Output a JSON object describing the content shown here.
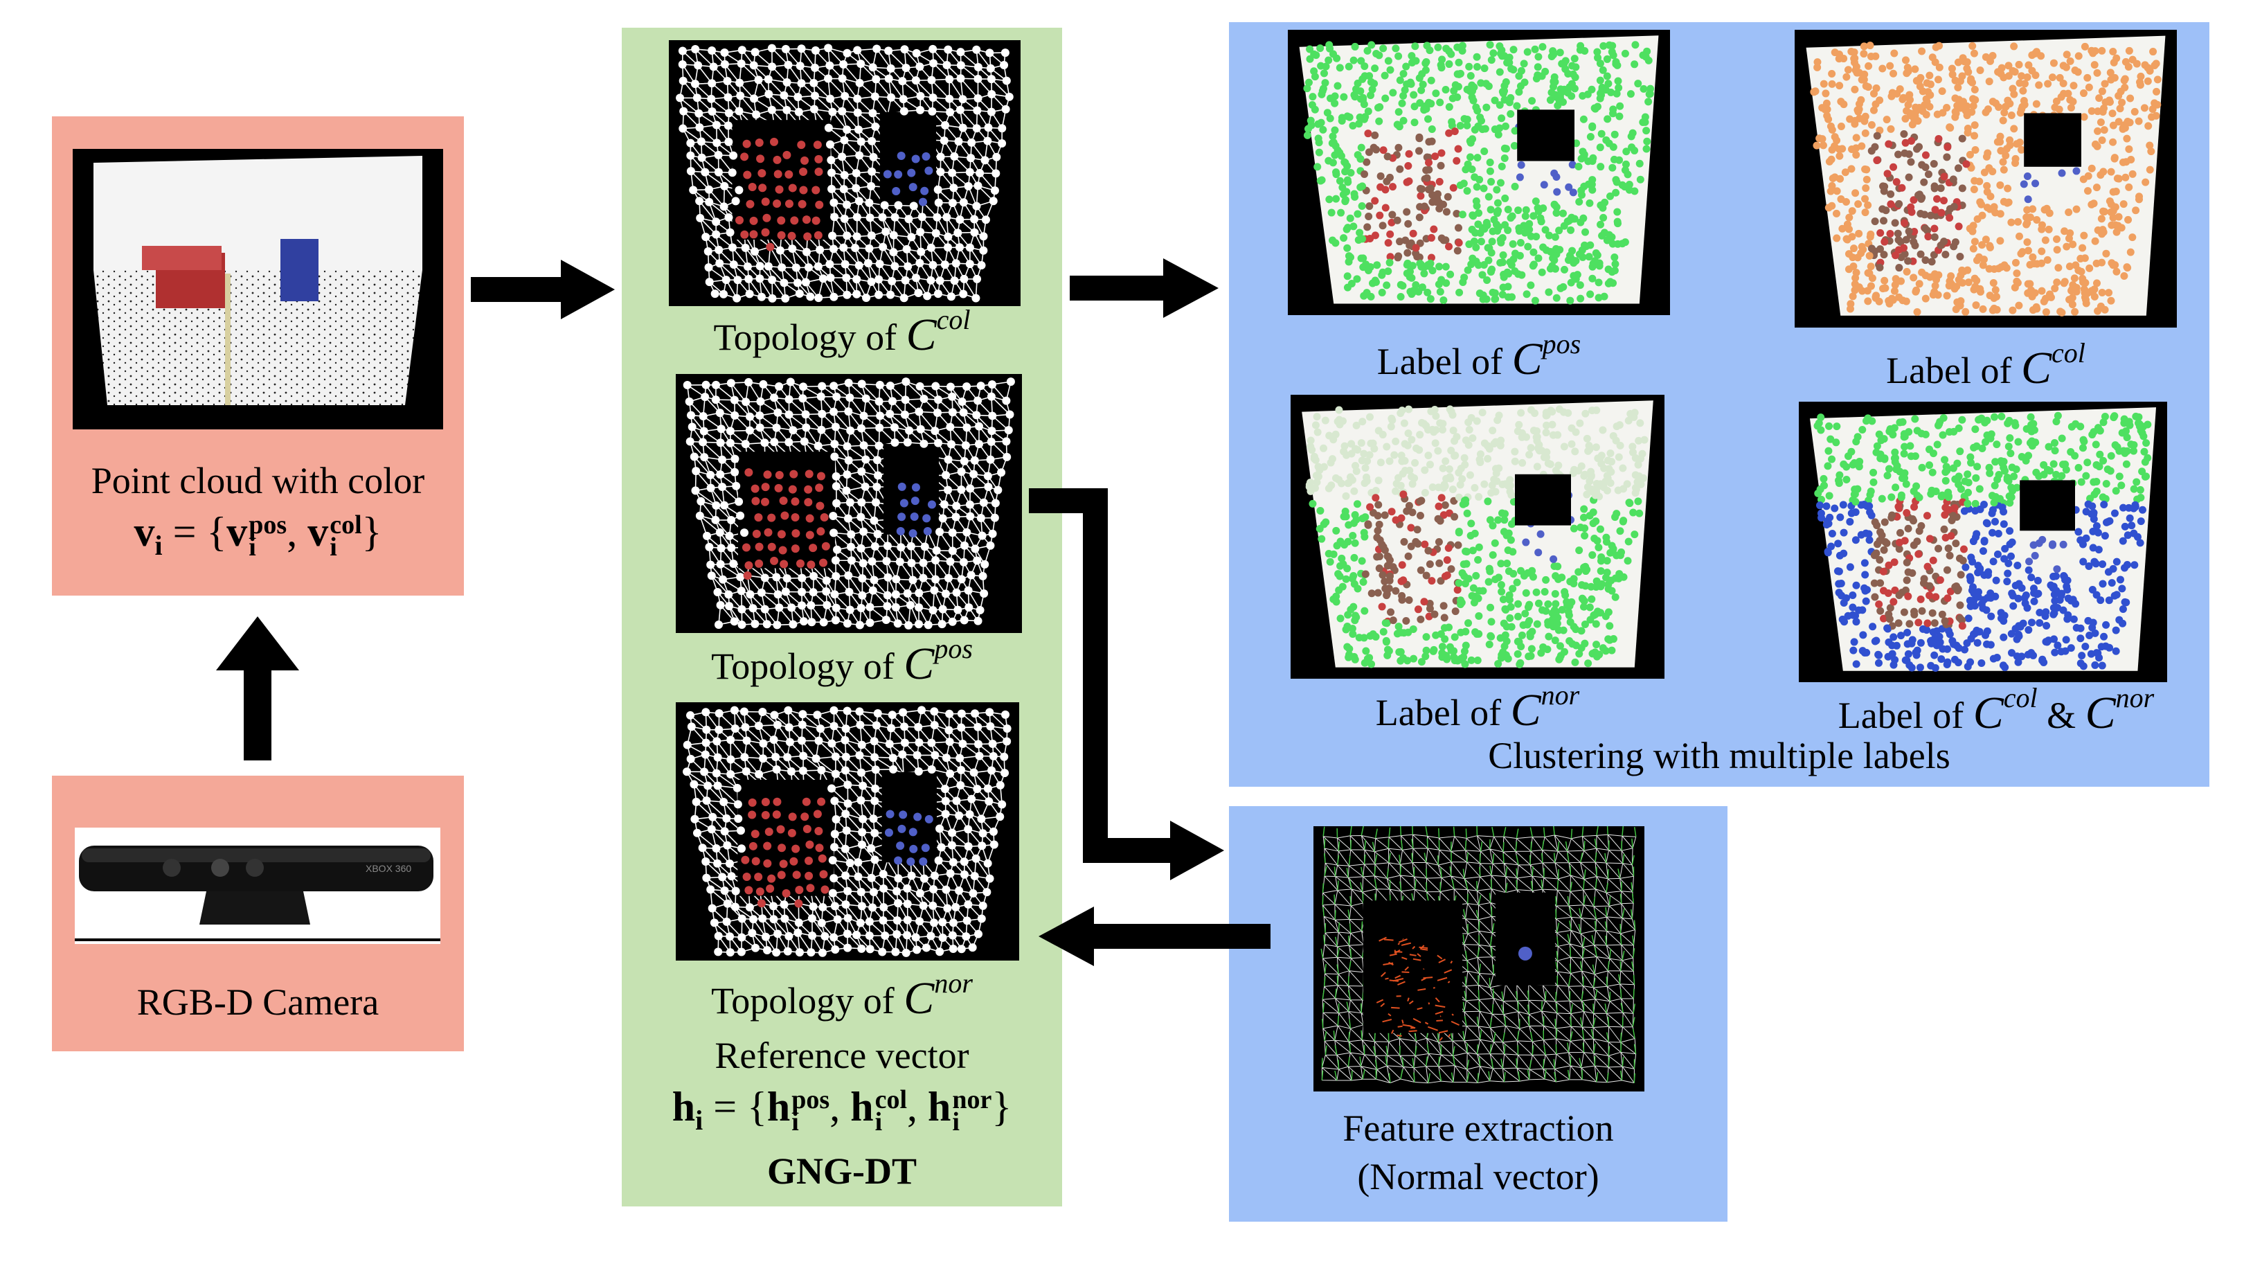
{
  "camera": {
    "label": "RGB-D Camera",
    "brand_text": "XBOX 360"
  },
  "point_cloud": {
    "caption": "Point cloud with color",
    "formula": {
      "vector": "v",
      "index": "i",
      "components": [
        "pos",
        "col"
      ]
    }
  },
  "gng_dt": {
    "topology_prefix": "Topology of",
    "topologies": [
      "col",
      "pos",
      "nor"
    ],
    "symbol": "C",
    "reference_caption": "Reference vector",
    "formula": {
      "vector": "h",
      "index": "i",
      "components": [
        "pos",
        "col",
        "nor"
      ]
    },
    "name": "GNG-DT"
  },
  "clustering": {
    "label_prefix": "Label of",
    "labels": {
      "pos": "pos",
      "col": "col",
      "nor": "nor",
      "combined": [
        "col",
        "nor"
      ],
      "amp": "&"
    },
    "caption": "Clustering with multiple labels"
  },
  "feature": {
    "caption_line1": "Feature extraction",
    "caption_line2": "(Normal vector)"
  },
  "colors": {
    "input_panel": "#f4a898",
    "gng_panel": "#c6e2b2",
    "output_panel": "#9ec0f8",
    "arrow": "#000000",
    "node_white": "#ffffff",
    "box_red": "#c84040",
    "can_blue": "#5060c8",
    "label_green": "#4ee060",
    "label_orange": "#f0a060",
    "label_blue": "#3050d0"
  }
}
